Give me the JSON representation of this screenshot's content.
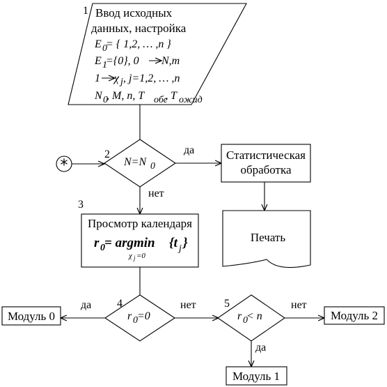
{
  "blocks": {
    "input": {
      "number": "1",
      "lines": [
        "Ввод исходных",
        "данных, настройка"
      ],
      "formulas": {
        "e0": {
          "base": "E",
          "sub": "0",
          "rest": " = { 1,2, … ,n }"
        },
        "e1": {
          "base": "E",
          "sub": "1",
          "rest1": "={0}, 0",
          "rest2": "N,m"
        },
        "chi": {
          "pre": "1",
          "var": "χ",
          "sub": "j",
          "rest": ", j=1,2, … ,n"
        },
        "params": {
          "n0": "N",
          "n0sub": "0",
          "rest": ", M, n, T",
          "tsub1": "обс",
          "sep": ", T",
          "tsub2": "ожид"
        }
      }
    },
    "check_n": {
      "number": "2",
      "lhs": "N=N",
      "sub": "0"
    },
    "stats": {
      "lines": [
        "Статистическая",
        "обработка"
      ]
    },
    "print": {
      "label": "Печать"
    },
    "calendar": {
      "number": "3",
      "title": "Просмотр календаря",
      "formula": {
        "lhs": "r",
        "lhs_sub": "0",
        "eq": " = argmin",
        "brace": "{t",
        "t_sub": "j",
        "close": "}",
        "under": "χ",
        "under_sub": "j",
        "under_rest": "=0"
      }
    },
    "check_r0": {
      "number": "4",
      "lhs": "r",
      "sub": "0",
      "rest": "=0"
    },
    "check_rn": {
      "number": "5",
      "lhs": "r",
      "sub": "0",
      "rest": " < n"
    },
    "module0": {
      "label": "Модуль 0"
    },
    "module1": {
      "label": "Модуль 1"
    },
    "module2": {
      "label": "Модуль 2"
    },
    "connector": {
      "symbol": "*"
    }
  },
  "edge_labels": {
    "yes_to_stats": "да",
    "no_to_calendar": "нет",
    "yes_to_module0": "да",
    "no_to_check5": "нет",
    "no_to_module2": "нет",
    "yes_to_module1": "да"
  }
}
